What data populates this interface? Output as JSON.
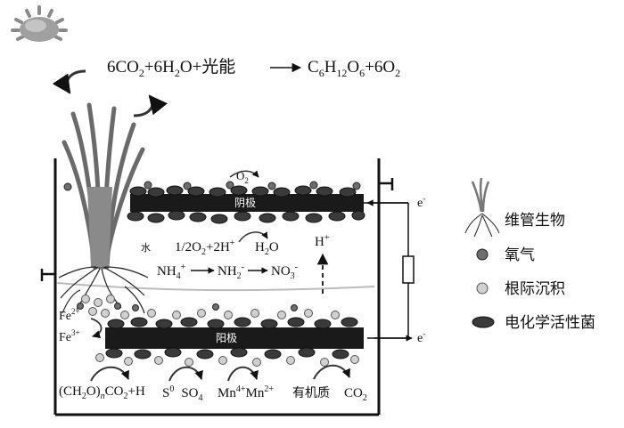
{
  "equation": {
    "lhs_a": "6CO",
    "lhs_a_sub": "2",
    "lhs_b": "+6H",
    "lhs_b_sub": "2",
    "lhs_c": "O+光能",
    "rhs_a": "C",
    "rhs_a_sub1": "6",
    "rhs_b": "H",
    "rhs_b_sub": "12",
    "rhs_c": "O",
    "rhs_c_sub": "6",
    "rhs_d": "+6O",
    "rhs_d_sub": "2"
  },
  "cathode": {
    "label": "阴极",
    "o2": "O",
    "o2_sub": "2"
  },
  "anode": {
    "label": "阳极"
  },
  "water": "水",
  "reaction_cathode": {
    "a": "1/2O",
    "a_sub": "2",
    "b": "+2H",
    "b_sup": "+",
    "c": "H",
    "c_sub": "2",
    "d": "O"
  },
  "hplus": {
    "text": "H",
    "sup": "+"
  },
  "nitrogen": {
    "a": "NH",
    "a_sub": "4",
    "a_sup": "+",
    "b": "NH",
    "b_sub": "2",
    "b_sup": "-",
    "c": "NO",
    "c_sub": "3",
    "c_sup": "-"
  },
  "iron": {
    "fe2": "Fe",
    "fe2_sup": "2+",
    "fe3": "Fe",
    "fe3_sup": "3+"
  },
  "electrons": {
    "top": "e",
    "top_sup": "-",
    "bottom": "e",
    "bottom_sup": "-"
  },
  "bottom_reactions": {
    "r1_a": "(CH",
    "r1_a_sub": "2",
    "r1_b": "O)",
    "r1_b_sub": "n",
    "r1_c": "CO",
    "r1_c_sub": "2",
    "r1_d": "+H",
    "r2_a": "S",
    "r2_a_sup": "0",
    "r2_b": "SO",
    "r2_b_sub": "4",
    "r3_a": "Mn",
    "r3_a_sup": "4+",
    "r3_b": "Mn",
    "r3_b_sup": "2+",
    "r4_a": "有机质",
    "r4_b": "CO",
    "r4_b_sub": "2"
  },
  "legend": [
    {
      "icon": "plant-icon",
      "label": "维管生物"
    },
    {
      "icon": "oxygen-icon",
      "label": "氧气"
    },
    {
      "icon": "deposit-icon",
      "label": "根际沉积"
    },
    {
      "icon": "bacteria-icon",
      "label": "电化学活性菌"
    }
  ],
  "colors": {
    "electrode": "#1a1a1a",
    "bacteria": "#3a3a3a",
    "oxygen": "#6e6e6e",
    "deposit": "#d0d0d0",
    "plant": "#7a7a7a"
  }
}
